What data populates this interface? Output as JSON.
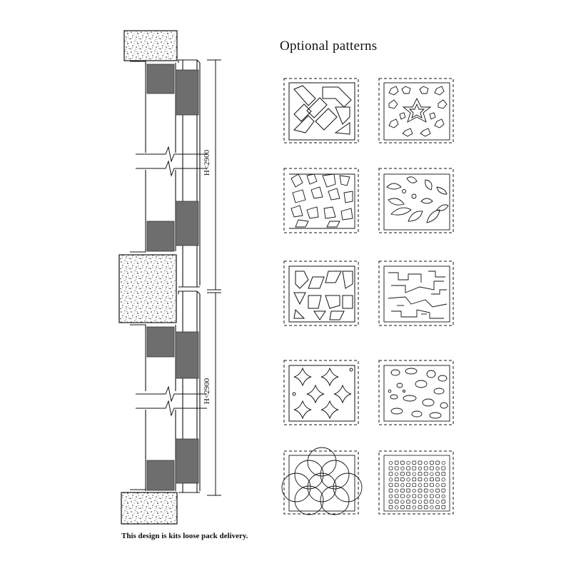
{
  "title": "Optional  patterns",
  "note": "This design is kits loose pack delivery.",
  "dimensions": {
    "upper": "H<2900",
    "lower": "H<2900"
  },
  "colors": {
    "line": "#111111",
    "panel": "#6e6e6e",
    "concrete": "#ffffff"
  },
  "patterns": [
    {
      "name": "interlocking-maze",
      "icon": "maze-pattern-icon"
    },
    {
      "name": "islamic-star",
      "icon": "star-pattern-icon"
    },
    {
      "name": "polygon-scatter",
      "icon": "shard-pattern-icon"
    },
    {
      "name": "radial-leaves",
      "icon": "leaf-pattern-icon"
    },
    {
      "name": "arrow-geometric",
      "icon": "arrow-pattern-icon"
    },
    {
      "name": "circuit-maze",
      "icon": "circuit-pattern-icon"
    },
    {
      "name": "diamond-stars",
      "icon": "diamond-pattern-icon"
    },
    {
      "name": "organic-dots",
      "icon": "dot-pattern-icon"
    },
    {
      "name": "overlapping-circles",
      "icon": "circle-pattern-icon"
    },
    {
      "name": "small-shapes-grid",
      "icon": "grid-pattern-icon"
    }
  ]
}
